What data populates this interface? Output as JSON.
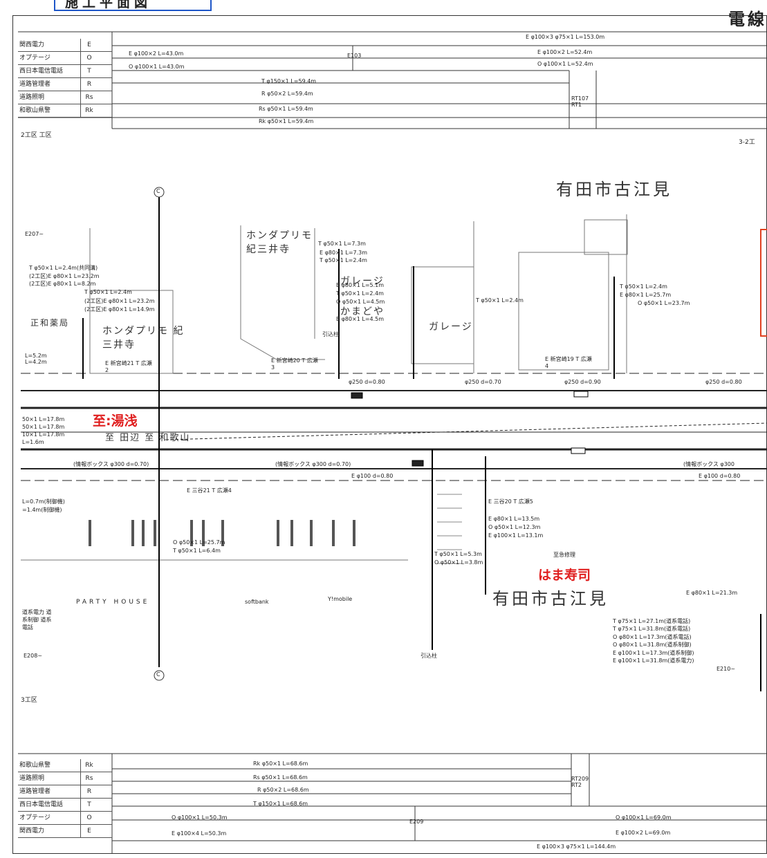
{
  "header": {
    "title_box": "施工平面図",
    "title_right": "電線"
  },
  "legend_top": [
    {
      "name": "関西電力",
      "code": "E"
    },
    {
      "name": "オプテージ",
      "code": "O"
    },
    {
      "name": "西日本電信電話",
      "code": "T"
    },
    {
      "name": "道路管理者",
      "code": "R"
    },
    {
      "name": "道路照明",
      "code": "Rs"
    },
    {
      "name": "和歌山県警",
      "code": "Rk"
    }
  ],
  "legend_bottom": [
    {
      "name": "和歌山県警",
      "code": "Rk"
    },
    {
      "name": "道路照明",
      "code": "Rs"
    },
    {
      "name": "道路管理者",
      "code": "R"
    },
    {
      "name": "西日本電信電話",
      "code": "T"
    },
    {
      "name": "オプテージ",
      "code": "O"
    },
    {
      "name": "関西電力",
      "code": "E"
    }
  ],
  "cables_top": {
    "e1": "E φ100×2 L=43.0m",
    "o1": "O φ100×1 L=43.0m",
    "e_long": "E φ100×3 φ75×1 L=153.0m",
    "e2": "E φ100×2 L=52.4m",
    "o2": "O φ100×1 L=52.4m",
    "t1": "T φ150×1 L=59.4m",
    "r1": "R φ50×2 L=59.4m",
    "rs1": "Rs φ50×1 L=59.4m",
    "rk1": "Rk φ50×1 L=59.4m",
    "e103": "E103",
    "rt1": "RT107 RT1"
  },
  "cables_bottom": {
    "rk2": "Rk φ50×1 L=68.6m",
    "rs2": "Rs φ50×1 L=68.6m",
    "r2": "R φ50×2 L=68.6m",
    "t2": "T φ150×1 L=68.6m",
    "o3": "O φ100×1 L=50.3m",
    "e3": "E φ100×4 L=50.3m",
    "o4": "O φ100×1 L=69.0m",
    "e4": "E φ100×2 L=69.0m",
    "e_long2": "E φ100×3 φ75×1 L=144.4m",
    "e209": "E209",
    "rt2": "RT209 RT2"
  },
  "zones": {
    "z2": "2工区 工区",
    "z3_2": "3-2工",
    "z3": "3工区",
    "e207": "E207~",
    "e208": "E208~",
    "e210": "E210~"
  },
  "places": {
    "area1": "有田市古江見",
    "area2": "有田市古江見",
    "sushi": "はま寿司",
    "yuasa": "至:湯浅",
    "dirs": "至 田辺 至 和歌山",
    "honda1": "ホンダプリモ 紀三井寺",
    "honda2": "ホンダプリモ 紀三井寺",
    "garage1": "ガレージ",
    "garage2": "ガレージ",
    "kamado": "かまどや",
    "pharmacy": "正和薬局",
    "party": "PARTY HOUSE",
    "softbank": "softbank",
    "ymobile": "Y!mobile",
    "hikikomi1": "引込柱",
    "hikikomi2": "引込柱"
  },
  "labels": {
    "l1": "T φ50×1 L=2.4m(共同溝)",
    "l2": "(2工区)E φ80×1 L=23.2m",
    "l3": "(2工区)E φ80×1 L=8.2m",
    "l4": "T φ50×1 L=2.4m",
    "l5": "(2工区)E φ80×1 L=23.2m",
    "l6": "(2工区)E φ80×1 L=14.9m",
    "l7": "T φ50×1 L=7.3m",
    "l8": "E φ80×1 L=7.3m",
    "l9": "T φ50×1 L=2.4m",
    "l10": "E φ80×1 L=5.1m",
    "l11": "T φ50×1 L=2.4m",
    "l12": "O φ50×1 L=4.5m",
    "l13": "E φ80×1 L=4.5m",
    "l14": "T φ50×1 L=2.4m",
    "l15": "T φ50×1 L=2.4m",
    "l16": "E φ80×1 L=25.7m",
    "l17": "O φ50×1 L=23.7m",
    "h1": "φ250 d=0.80",
    "h2": "φ250 d=0.70",
    "h3": "φ250 d=0.90",
    "h4": "φ250 d=0.80",
    "box1": "(情報ボックス φ300 d=0.70)",
    "box2": "(情報ボックス φ300 d=0.70)",
    "box3": "(情報ボックス φ300",
    "e100a": "E φ100 d=0.80",
    "e100b": "E φ100 d=0.80",
    "l18": "E φ80×1 L=13.5m",
    "l19": "O φ50×1 L=12.3m",
    "l20": "E φ100×1 L=13.1m",
    "l21": "T φ50×1 L=5.3m",
    "l22": "O φ50×1 L=3.8m",
    "l23": "O φ50×1 L=25.7m",
    "l24": "T φ50×1 L=6.4m",
    "l25": "E φ80×1 L=21.3m",
    "l26": "T φ75×1 L=27.1m(道系電話)",
    "l27": "T φ75×1 L=31.8m(道系電話)",
    "l28": "O φ80×1 L=17.3m(道系電話)",
    "l29": "O φ80×1 L=31.8m(道系制御)",
    "l30": "E φ100×1 L=17.3m(道系制御)",
    "l31": "E φ100×1 L=31.8m(道系電力)",
    "left1": "50×1 L=17.8m",
    "left2": "50×1 L=17.8m",
    "left3": "10×1 L=17.8m",
    "left4": "L=1.6m",
    "left5": "L=0.7m(制御機)",
    "left6": "=1.4m(制御機)",
    "lpha": "L=5.2m L=4.2m",
    "n1": "E 新宮崎21 T 広瀬2",
    "n2": "E 新宮崎20 T 広瀬3",
    "n3": "E 新宮崎19 T 広瀬4",
    "n4": "E 三谷21 T 広瀬4",
    "n5": "E 三谷20 T 広瀬5",
    "c": "C",
    "sp": "至急修理",
    "ekt": "道系電力 道系制御 道系電話"
  }
}
